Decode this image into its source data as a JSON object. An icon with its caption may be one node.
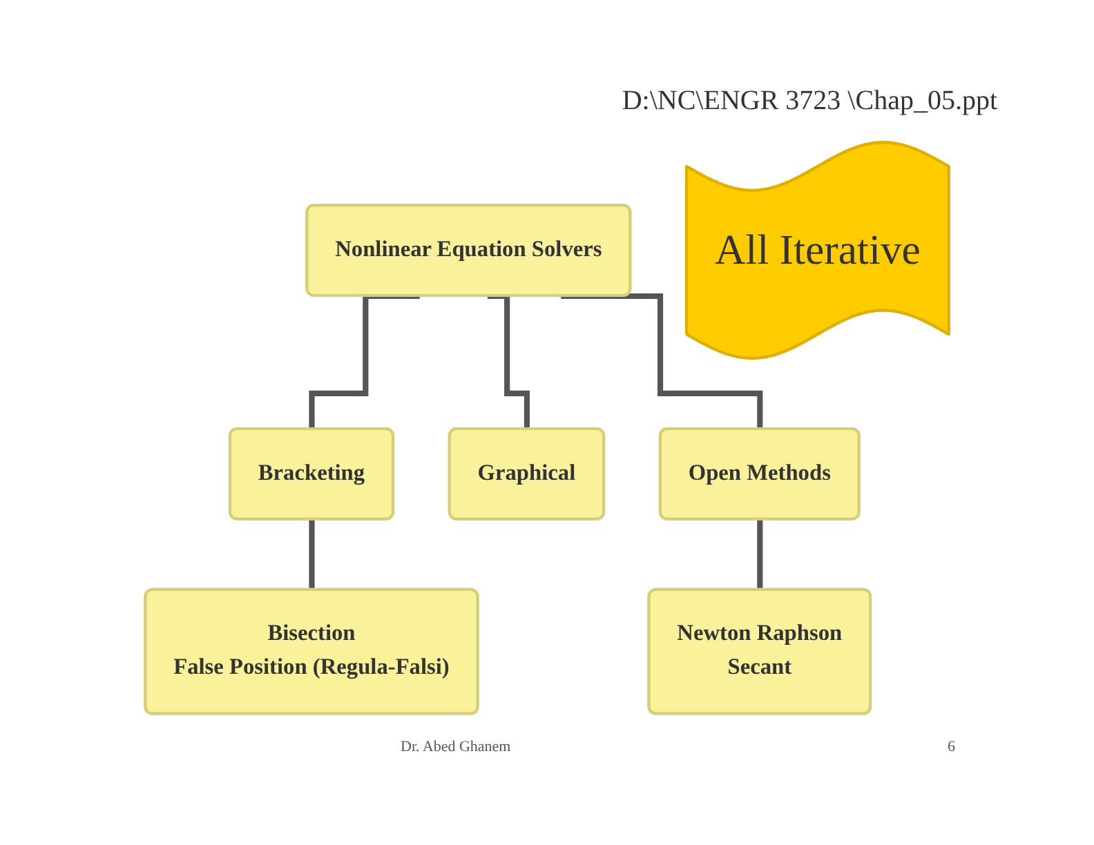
{
  "diagram": {
    "nodes": [
      {
        "text": [
          "Nonlinear Equation Solvers"
        ]
      },
      {
        "text": [
          "Bracketing"
        ]
      },
      {
        "text": [
          "Graphical"
        ]
      },
      {
        "text": [
          "Open Methods"
        ]
      },
      {
        "text": [
          "Bisection",
          "False Position (Regula-Falsi)"
        ]
      },
      {
        "text": [
          "Newton Raphson",
          "Secant"
        ]
      },
      {
        "text": [
          "All Iterative"
        ]
      }
    ],
    "edges": [
      {
        "from": 0,
        "to": 1,
        "arrow": "none"
      },
      {
        "from": 0,
        "to": 2,
        "arrow": "none"
      },
      {
        "from": 0,
        "to": 3,
        "arrow": "none"
      },
      {
        "from": 1,
        "to": 4,
        "arrow": "none"
      },
      {
        "from": 3,
        "to": 5,
        "arrow": "none"
      }
    ],
    "labels": [
      "D:\\NC\\ENGR 3723 \\Chap_05.ppt",
      "Dr. Abed Ghanem",
      "6"
    ]
  }
}
